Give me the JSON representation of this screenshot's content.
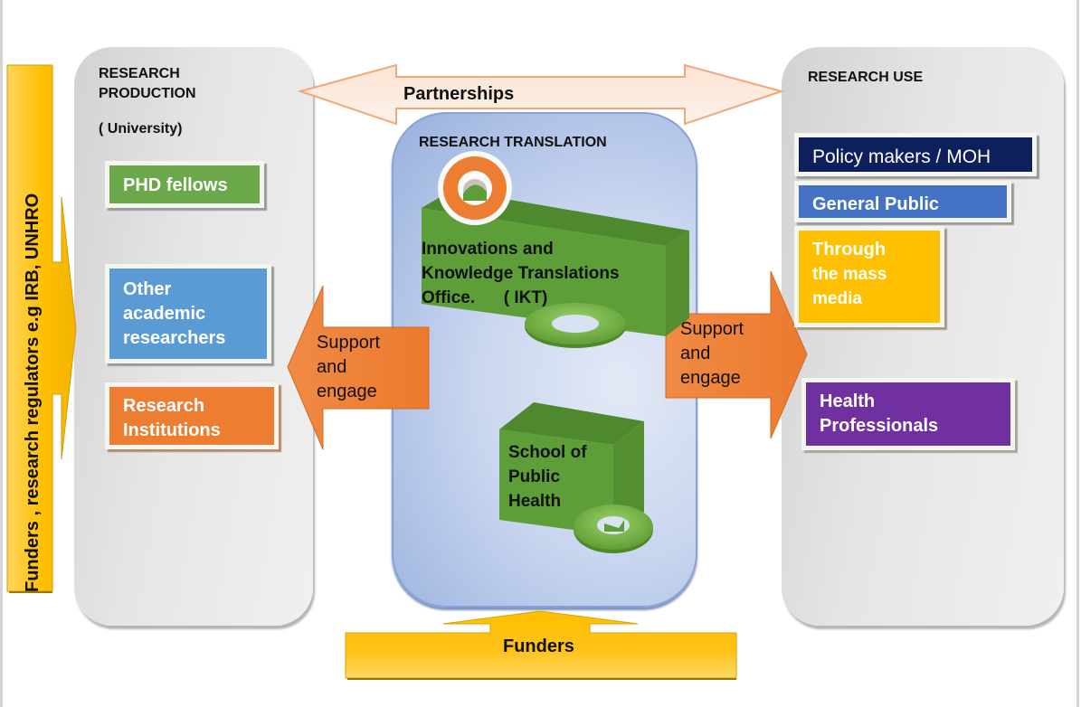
{
  "diagram": {
    "side_arrow": {
      "label": "Funders , research regulators e.g IRB, UNHRO",
      "icon": "right-arrow-icon"
    },
    "partnerships_arrow": {
      "label": "Partnerships",
      "icon": "double-headed-arrow-icon"
    },
    "research_production": {
      "title_line1": "RESEARCH",
      "title_line2": "PRODUCTION",
      "subtitle": "( University)",
      "items": [
        {
          "lines": [
            "PHD fellows"
          ],
          "color": "#6aa84a"
        },
        {
          "lines": [
            "Other",
            "academic",
            "researchers"
          ],
          "color": "#5b9bd5"
        },
        {
          "lines": [
            "Research",
            "Institutions"
          ],
          "color": "#ed7d31"
        }
      ]
    },
    "research_translation": {
      "title": "RESEARCH TRANSLATION",
      "ikt": {
        "line1": "Innovations and",
        "line2": "Knowledge Translations",
        "line3": "Office.      ( IKT)",
        "icon": "ring-icon"
      },
      "school": {
        "line1": "School of",
        "line2": "Public",
        "line3": "Health",
        "icon": "ring-icon"
      }
    },
    "support_left": {
      "lines": [
        "Support",
        "and",
        "engage"
      ],
      "icon": "left-arrow-icon"
    },
    "support_right": {
      "lines": [
        "Support",
        "and",
        "engage"
      ],
      "icon": "right-arrow-icon"
    },
    "research_use": {
      "title": "RESEARCH USE",
      "items": [
        {
          "lines": [
            "Policy makers / MOH"
          ],
          "color": "#0d1f5c"
        },
        {
          "lines": [
            "General Public"
          ],
          "color": "#4472c4"
        },
        {
          "lines": [
            "Through",
            "the mass",
            "media"
          ],
          "color": "#ffc000"
        },
        {
          "lines": [
            "Health",
            "Professionals"
          ],
          "color": "#7030a0"
        }
      ]
    },
    "funders_arrow": {
      "label": "Funders",
      "icon": "up-arrow-icon"
    },
    "colors": {
      "arrow_orange": "#ed7d31",
      "arrow_yellow": "#ffc000",
      "box_green": "#5e9a3a",
      "panel_gray": "#e0e0e0",
      "panel_blue": "#b4c6e7"
    }
  }
}
